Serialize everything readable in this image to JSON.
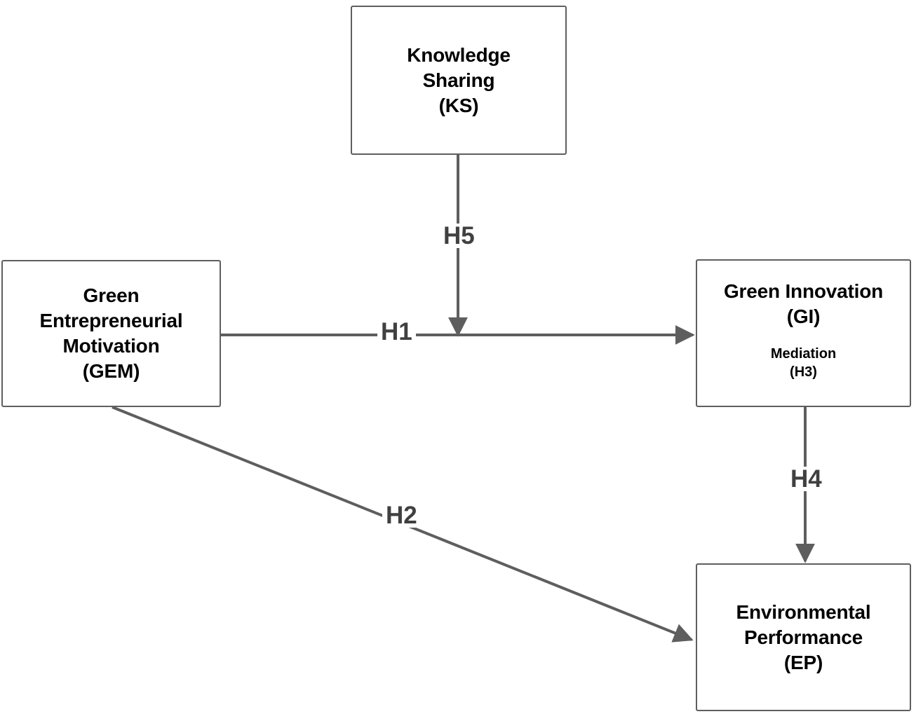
{
  "diagram": {
    "type": "conceptual-research-model",
    "stroke_color": "#5e5e5e",
    "label_color": "#404040",
    "text_color": "#000000",
    "background": "#ffffff",
    "nodes": [
      {
        "id": "ks",
        "title": "Knowledge\nSharing\n(KS)",
        "sub": ""
      },
      {
        "id": "gem",
        "title": "Green\nEntrepreneurial\nMotivation\n(GEM)",
        "sub": ""
      },
      {
        "id": "gi",
        "title": "Green Innovation\n(GI)",
        "sub": "Mediation\n(H3)"
      },
      {
        "id": "ep",
        "title": "Environmental\nPerformance\n(EP)",
        "sub": ""
      }
    ],
    "edges": [
      {
        "id": "h5",
        "label": "H5",
        "from": "ks",
        "to": "h1-path",
        "style": "moderation-vertical"
      },
      {
        "id": "h1",
        "label": "H1",
        "from": "gem",
        "to": "gi",
        "style": "direct-horizontal"
      },
      {
        "id": "h2",
        "label": "H2",
        "from": "gem",
        "to": "ep",
        "style": "direct-diagonal"
      },
      {
        "id": "h4",
        "label": "H4",
        "from": "gi",
        "to": "ep",
        "style": "direct-vertical"
      }
    ]
  }
}
